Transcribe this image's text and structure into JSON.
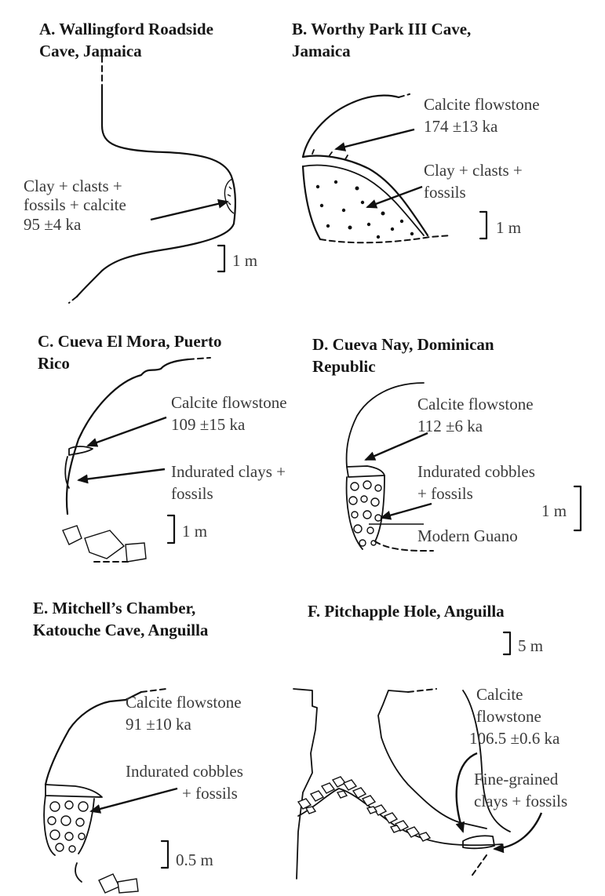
{
  "panels": {
    "A": {
      "title_lines": [
        "A. Wallingford Roadside",
        "Cave, Jamaica"
      ],
      "label_lines": [
        "Clay + clasts +",
        "fossils + calcite",
        " 95 ±4 ka"
      ],
      "scale": "1 m"
    },
    "B": {
      "title_lines": [
        "B. Worthy Park III Cave,",
        "Jamaica"
      ],
      "label1_lines": [
        "Calcite flowstone",
        "174 ±13 ka"
      ],
      "label2_lines": [
        "Clay + clasts +",
        "fossils"
      ],
      "scale": "1 m"
    },
    "C": {
      "title_lines": [
        "C. Cueva El Mora, Puerto",
        "Rico"
      ],
      "label1_lines": [
        "Calcite flowstone",
        "109 ±15 ka"
      ],
      "label2_lines": [
        "Indurated clays +",
        "fossils"
      ],
      "scale": "1 m"
    },
    "D": {
      "title_lines": [
        "D. Cueva Nay, Dominican",
        "Republic"
      ],
      "label1_lines": [
        "Calcite flowstone",
        "112 ±6 ka"
      ],
      "label2_lines": [
        "Indurated cobbles",
        "+ fossils"
      ],
      "label3": "Modern Guano",
      "scale": "1 m"
    },
    "E": {
      "title_lines": [
        "E. Mitchell’s Chamber,",
        "Katouche Cave, Anguilla"
      ],
      "label1_lines": [
        "Calcite flowstone",
        "91 ±10 ka"
      ],
      "label2_lines": [
        "Indurated cobbles",
        "+ fossils"
      ],
      "scale": "0.5 m"
    },
    "F": {
      "title_lines": [
        "F. Pitchapple Hole, Anguilla"
      ],
      "label1_lines": [
        "Calcite",
        "flowstone",
        "106.5 ±0.6 ka"
      ],
      "label2_lines": [
        "Fine-grained",
        "clays + fossils"
      ],
      "scale": "5 m"
    }
  }
}
